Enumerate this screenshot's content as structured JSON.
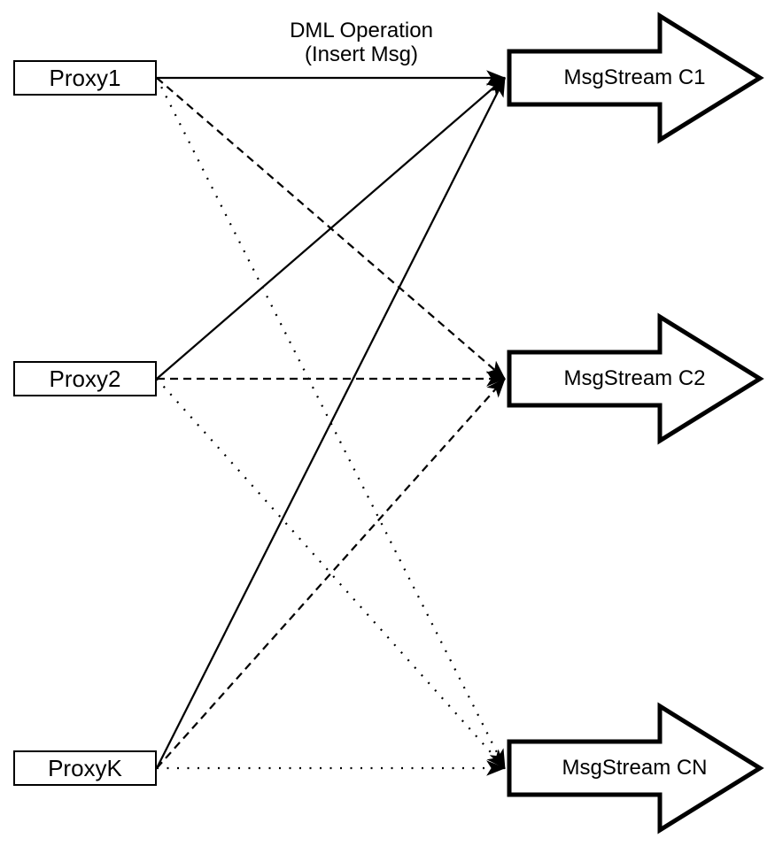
{
  "title": {
    "line1": "DML Operation",
    "line2": "(Insert Msg)"
  },
  "proxies": [
    {
      "id": "proxy1",
      "label": "Proxy1"
    },
    {
      "id": "proxy2",
      "label": "Proxy2"
    },
    {
      "id": "proxyk",
      "label": "ProxyK"
    }
  ],
  "streams": [
    {
      "id": "c1",
      "label": "MsgStream C1"
    },
    {
      "id": "c2",
      "label": "MsgStream C2"
    },
    {
      "id": "cn",
      "label": "MsgStream CN"
    }
  ],
  "connections": [
    {
      "from": "proxy1",
      "to": "c1",
      "style": "solid"
    },
    {
      "from": "proxy2",
      "to": "c1",
      "style": "solid"
    },
    {
      "from": "proxyk",
      "to": "c1",
      "style": "solid"
    },
    {
      "from": "proxy1",
      "to": "c2",
      "style": "dashed"
    },
    {
      "from": "proxy2",
      "to": "c2",
      "style": "dashed"
    },
    {
      "from": "proxyk",
      "to": "c2",
      "style": "dashed"
    },
    {
      "from": "proxy1",
      "to": "cn",
      "style": "dotted"
    },
    {
      "from": "proxy2",
      "to": "cn",
      "style": "dotted"
    },
    {
      "from": "proxyk",
      "to": "cn",
      "style": "dotted"
    }
  ],
  "colors": {
    "stroke": "#000000",
    "fill": "#ffffff",
    "background": "#ffffff"
  }
}
